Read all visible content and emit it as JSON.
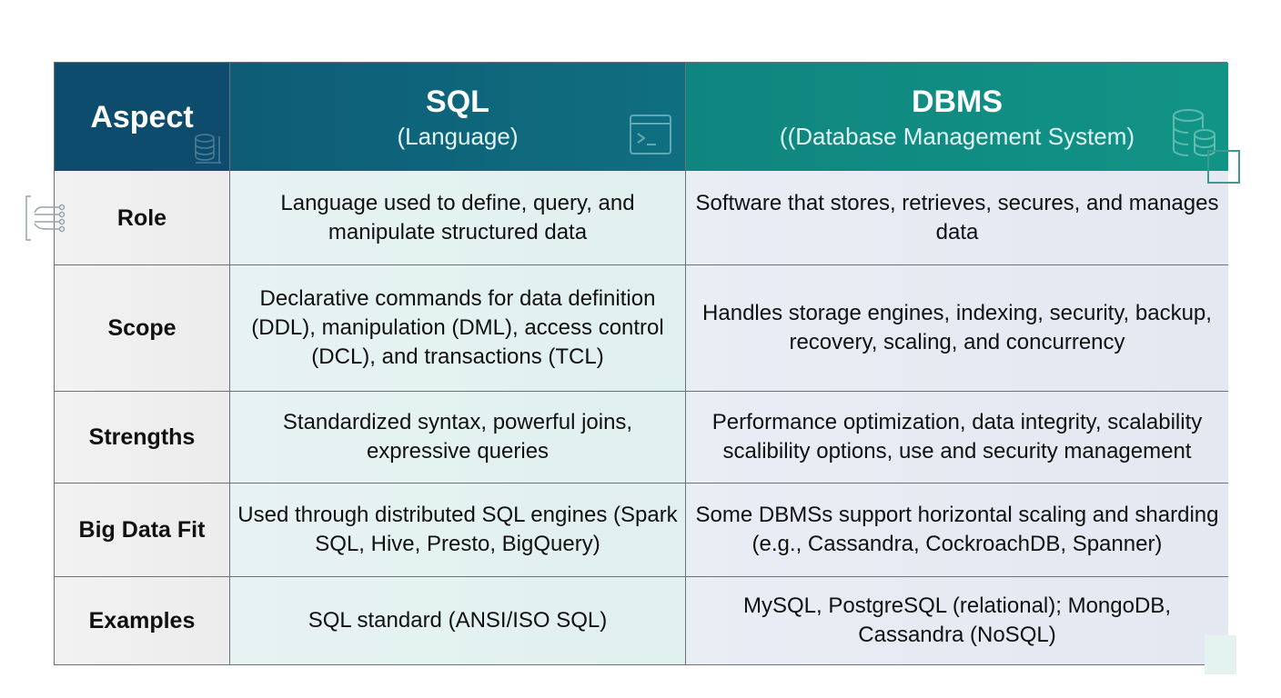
{
  "header": {
    "aspect": "Aspect",
    "sql_title": "SQL",
    "sql_subtitle": "(Language)",
    "dbms_title": "DBMS",
    "dbms_subtitle": "((Database Management System)"
  },
  "rows": [
    {
      "aspect": "Role",
      "sql": "Language used to define, query, and manipulate structured data",
      "dbms": "Software that stores, retrieves, secures, and manages data"
    },
    {
      "aspect": "Scope",
      "sql": "Declarative commands for data definition (DDL), manipulation (DML), access control (DCL), and transactions (TCL)",
      "dbms": "Handles storage engines, indexing, security, backup, recovery, scaling, and concurrency"
    },
    {
      "aspect": "Strengths",
      "sql": "Standardized syntax, powerful joins, expressive queries",
      "dbms": "Performance optimization, data integrity, scalability scalibility options, use and security management"
    },
    {
      "aspect": "Big Data Fit",
      "sql": "Used through distributed SQL engines (Spark SQL, Hive, Presto, BigQuery)",
      "dbms": "Some DBMSs support horizontal scaling and sharding (e.g., Cassandra, CockroachDB, Spanner)"
    },
    {
      "aspect": "Examples",
      "sql": "SQL standard (ANSI/ISO SQL)",
      "dbms": "MySQL, PostgreSQL (relational); MongoDB, Cassandra (NoSQL)"
    }
  ],
  "colors": {
    "aspect_header": "#0d4c6c",
    "sql_header": "#0e5c76",
    "dbms_header": "#119486"
  }
}
